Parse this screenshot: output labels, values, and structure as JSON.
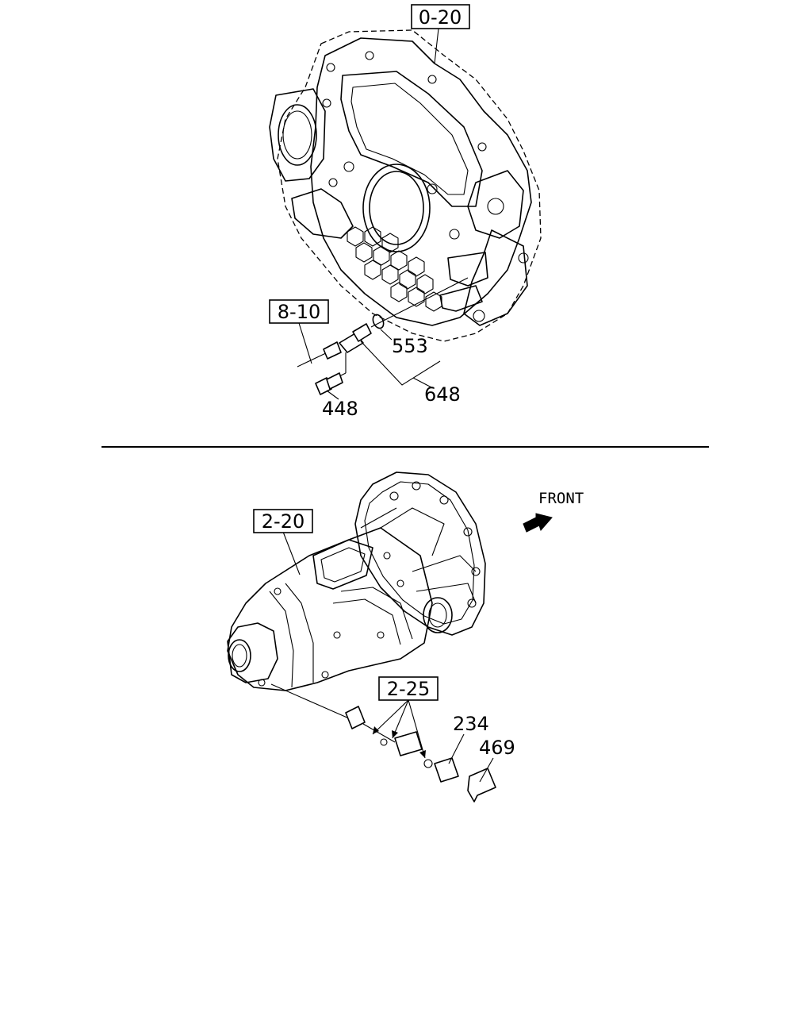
{
  "top_section": {
    "ref_box_main": "0-20",
    "ref_box_sensor": "8-10",
    "parts": {
      "oring": "553",
      "sensor": "648",
      "bolt": "448"
    }
  },
  "bottom_section": {
    "ref_box_transmission": "2-20",
    "ref_box_gear": "2-25",
    "parts": {
      "sleeve": "234",
      "connector": "469"
    },
    "direction_label": "FRONT"
  }
}
